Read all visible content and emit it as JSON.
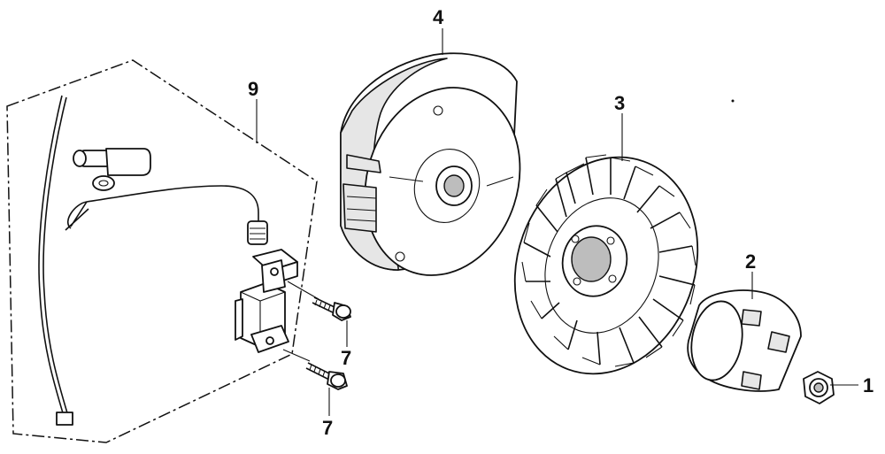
{
  "diagram": {
    "callouts": {
      "nut": "1",
      "cup": "2",
      "fan": "3",
      "flywheel": "4",
      "bolt_upper": "7",
      "bolt_lower": "7",
      "coil_assembly": "9"
    },
    "colors": {
      "line": "#111111",
      "background": "#ffffff",
      "shade": "#e6e6e6"
    }
  }
}
